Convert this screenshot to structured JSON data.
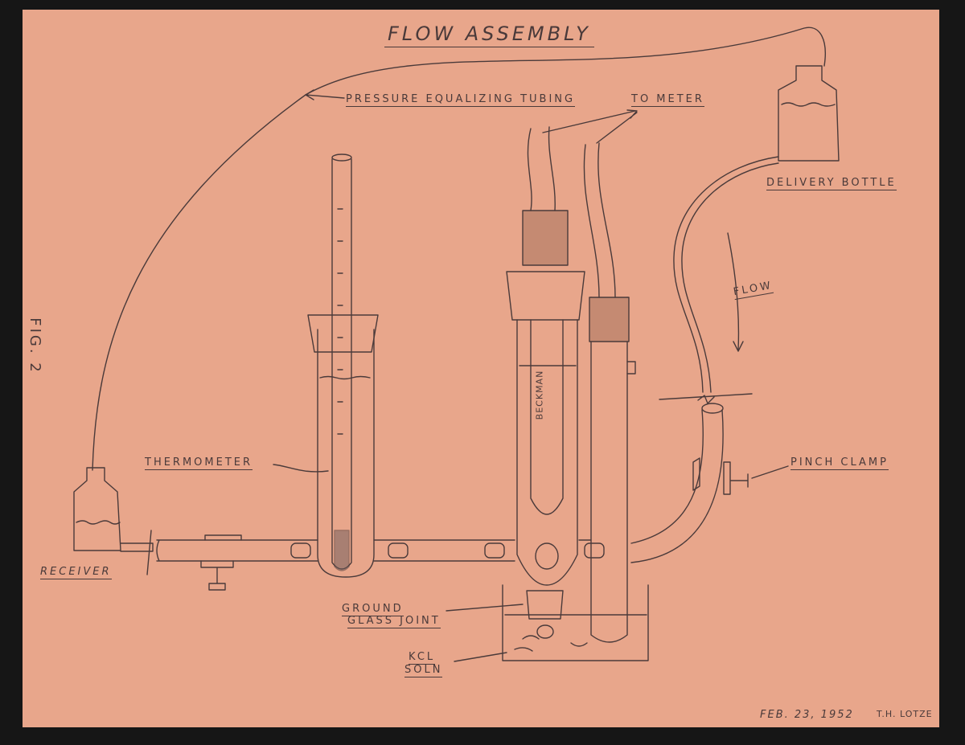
{
  "title": "FLOW ASSEMBLY",
  "figure_label": "FIG. 2",
  "labels": {
    "pressure_tubing": "PRESSURE EQUALIZING TUBING",
    "to_meter": "TO METER",
    "delivery_bottle": "DELIVERY BOTTLE",
    "flow": "FLOW",
    "pinch_clamp": "PINCH CLAMP",
    "thermometer": "THERMOMETER",
    "receiver": "RECEIVER",
    "ground_glass_1": "GROUND",
    "ground_glass_2": "GLASS JOINT",
    "kcl_1": "KCL",
    "kcl_2": "SOLN",
    "electrode": "BECKMAN"
  },
  "footer": {
    "date": "FEB. 23, 1952",
    "author": "T.H. LOTZE"
  },
  "colors": {
    "paper": "#e8a68b",
    "ink": "#4a3a3a",
    "background": "#161616"
  }
}
